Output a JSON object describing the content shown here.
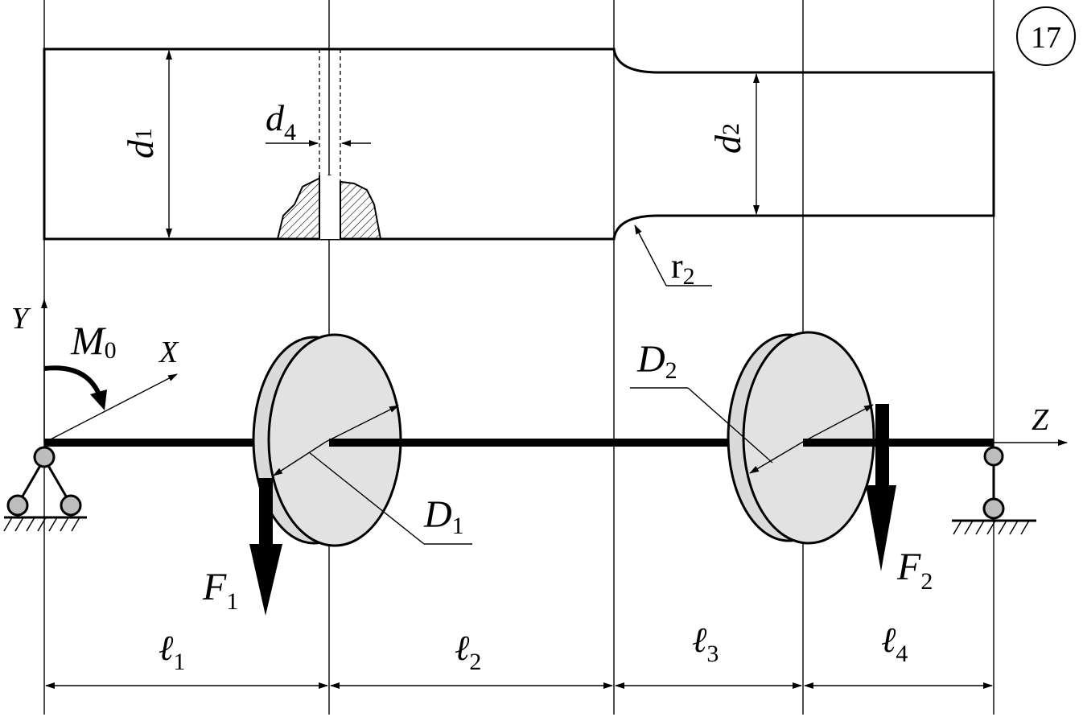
{
  "figure": {
    "number": "17",
    "shaft": {
      "d1": {
        "main": "d",
        "sub": "1"
      },
      "d2": {
        "main": "d",
        "sub": "2"
      },
      "d4": {
        "main": "d",
        "sub": "4"
      },
      "r2": {
        "main": "r",
        "sub": "2"
      }
    },
    "axes": {
      "y": "Y",
      "x": "X",
      "z": "Z"
    },
    "moment": {
      "main": "M",
      "sub": "0"
    },
    "disks": {
      "D1": {
        "main": "D",
        "sub": "1"
      },
      "D2": {
        "main": "D",
        "sub": "2"
      }
    },
    "forces": {
      "F1": {
        "main": "F",
        "sub": "1"
      },
      "F2": {
        "main": "F",
        "sub": "2"
      }
    },
    "lengths": [
      {
        "main": "ℓ",
        "sub": "1"
      },
      {
        "main": "ℓ",
        "sub": "2"
      },
      {
        "main": "ℓ",
        "sub": "3"
      },
      {
        "main": "ℓ",
        "sub": "4"
      }
    ],
    "colors": {
      "line": "#000000",
      "disk_fill": "#e2e2e2",
      "background": "#ffffff"
    }
  }
}
